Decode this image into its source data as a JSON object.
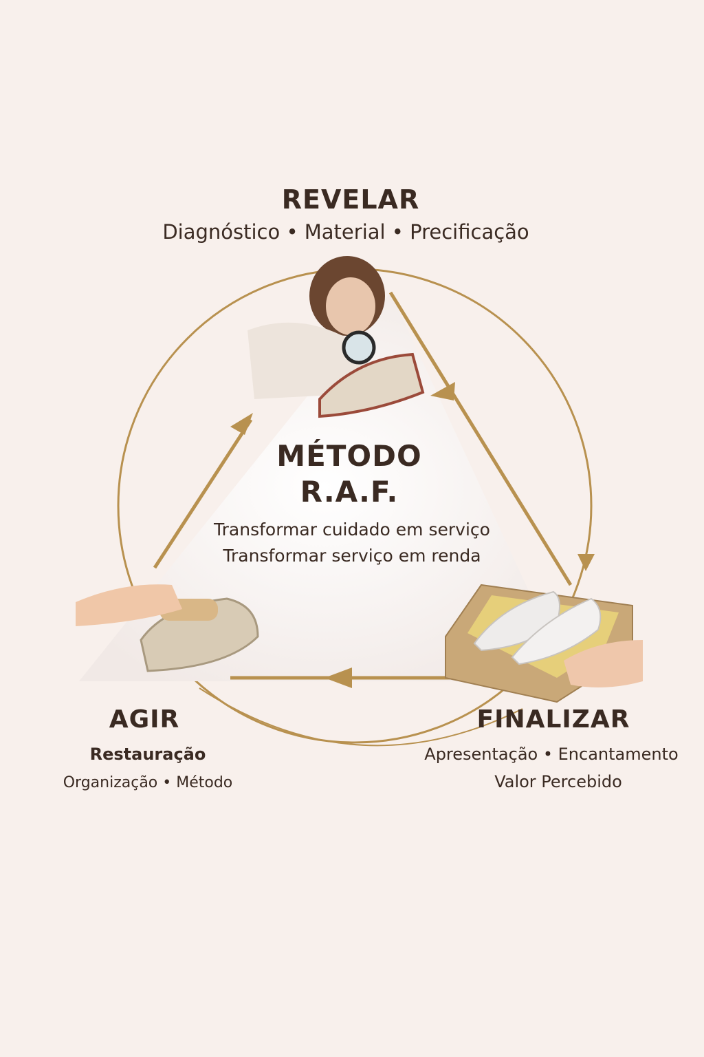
{
  "colors": {
    "background": "#f8f0ec",
    "gold": "#b8914f",
    "text": "#3a2a22"
  },
  "revelar": {
    "title": "REVELAR",
    "subtitle": "Diagnóstico • Material • Precificação"
  },
  "center": {
    "title_line1": "MÉTODO",
    "title_line2": "R.A.F.",
    "line1": "Transformar cuidado em serviço",
    "line2": "Transformar serviço em renda"
  },
  "agir": {
    "title": "AGIR",
    "subtitle_bold": "Restauração",
    "subtitle": "Organização • Método"
  },
  "finalizar": {
    "title": "FINALIZAR",
    "subtitle1": "Apresentação • Encantamento",
    "subtitle2": "Valor Percebido"
  }
}
